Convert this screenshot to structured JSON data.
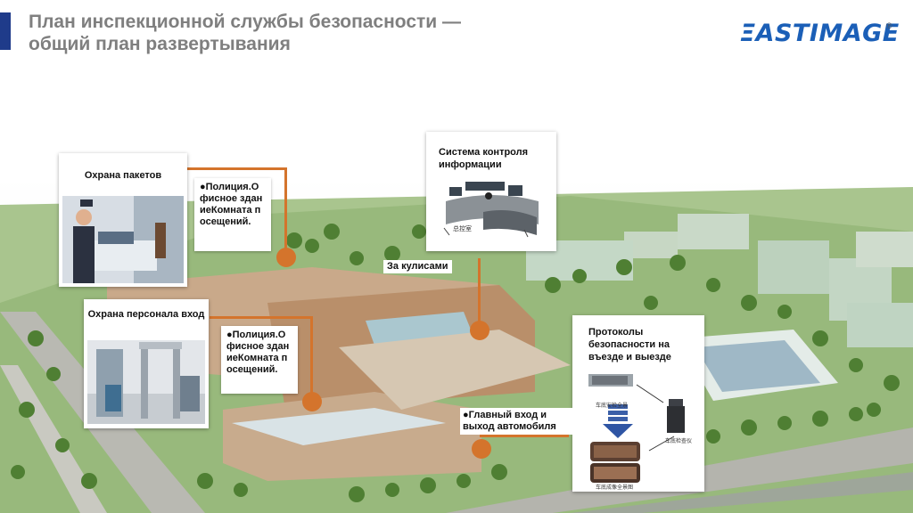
{
  "header": {
    "title": "План инспекционной службы безопасности — общий план развертывания",
    "logo_text": "ΞASTIMAGE",
    "logo_reg": "®"
  },
  "cards": {
    "package_security": {
      "title": "Охрана пакетов",
      "note": "●Полиция.Офисное зданиеКомната посещений."
    },
    "personnel_security": {
      "title": "Охрана персонала вход",
      "note": "●Полиция.Офисное зданиеКомната посещений."
    },
    "info_control": {
      "title": "Система контроля информации",
      "room_label": "总控室"
    },
    "backstage": {
      "label": "За кулисами"
    },
    "vehicle_protocols": {
      "title": "Протоколы безопасности на въезде и выезде",
      "main_entrance": "●Главный вход и выход автомобиля",
      "img_label_1": "车底安检全景",
      "img_label_2": "车底检查仪",
      "img_label_3": "车底成像全景图"
    }
  },
  "colors": {
    "accent_bar": "#1f3b8a",
    "logo": "#1b5fb7",
    "callout_orange": "#d4742c",
    "title_gray": "#7f7f7f"
  }
}
